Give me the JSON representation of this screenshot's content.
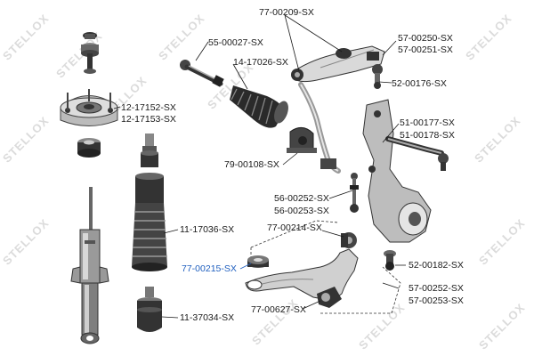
{
  "watermark": "STELLOX",
  "colors": {
    "line": "#1a1a1a",
    "part_dark": "#222222",
    "part_mid": "#7a7a7a",
    "part_light": "#c8c8c8",
    "highlight": "#1f5fbf"
  },
  "labels": {
    "p77_00209": "77-00209-SX",
    "p57_00250": "57-00250-SX",
    "p57_00251": "57-00251-SX",
    "p55_00027": "55-00027-SX",
    "p14_17026": "14-17026-SX",
    "p52_00176": "52-00176-SX",
    "p12_17152": "12-17152-SX",
    "p12_17153": "12-17153-SX",
    "p51_00177": "51-00177-SX",
    "p51_00178": "51-00178-SX",
    "p79_00108": "79-00108-SX",
    "p56_00252": "56-00252-SX",
    "p56_00253": "56-00253-SX",
    "p11_17036": "11-17036-SX",
    "p77_00214": "77-00214-SX",
    "p77_00215": "77-00215-SX",
    "p52_00182": "52-00182-SX",
    "p57_00252": "57-00252-SX",
    "p57_00253": "57-00253-SX",
    "p77_00627": "77-00627-SX",
    "p11_37034": "11-37034-SX"
  }
}
